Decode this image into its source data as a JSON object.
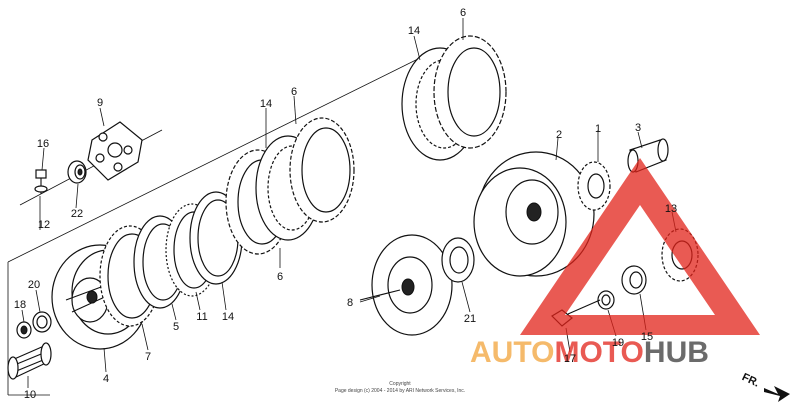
{
  "parts": [
    {
      "id": "p1",
      "label": "1"
    },
    {
      "id": "p2",
      "label": "2"
    },
    {
      "id": "p3",
      "label": "3"
    },
    {
      "id": "p4",
      "label": "4"
    },
    {
      "id": "p5",
      "label": "5"
    },
    {
      "id": "p6a",
      "label": "6"
    },
    {
      "id": "p6b",
      "label": "6"
    },
    {
      "id": "p6c",
      "label": "6"
    },
    {
      "id": "p7",
      "label": "7"
    },
    {
      "id": "p8",
      "label": "8"
    },
    {
      "id": "p9",
      "label": "9"
    },
    {
      "id": "p10",
      "label": "10"
    },
    {
      "id": "p11",
      "label": "11"
    },
    {
      "id": "p12",
      "label": "12"
    },
    {
      "id": "p13",
      "label": "13"
    },
    {
      "id": "p14a",
      "label": "14"
    },
    {
      "id": "p14b",
      "label": "14"
    },
    {
      "id": "p14c",
      "label": "14"
    },
    {
      "id": "p15",
      "label": "15"
    },
    {
      "id": "p16",
      "label": "16"
    },
    {
      "id": "p17",
      "label": "17"
    },
    {
      "id": "p18",
      "label": "18"
    },
    {
      "id": "p19",
      "label": "19"
    },
    {
      "id": "p20",
      "label": "20"
    },
    {
      "id": "p21",
      "label": "21"
    },
    {
      "id": "p22",
      "label": "22"
    }
  ],
  "direction_label": "FR.",
  "watermark": {
    "word1": "AUTO",
    "word2": "MOTO",
    "word3": "HUB",
    "color_orange": "#f2a43a",
    "color_red": "#e2231a",
    "color_dark": "#3a3a3a"
  },
  "copyright": {
    "line1": "Copyright",
    "line2": "Page design (c) 2004 - 2014 by ARI Network Services, Inc."
  }
}
